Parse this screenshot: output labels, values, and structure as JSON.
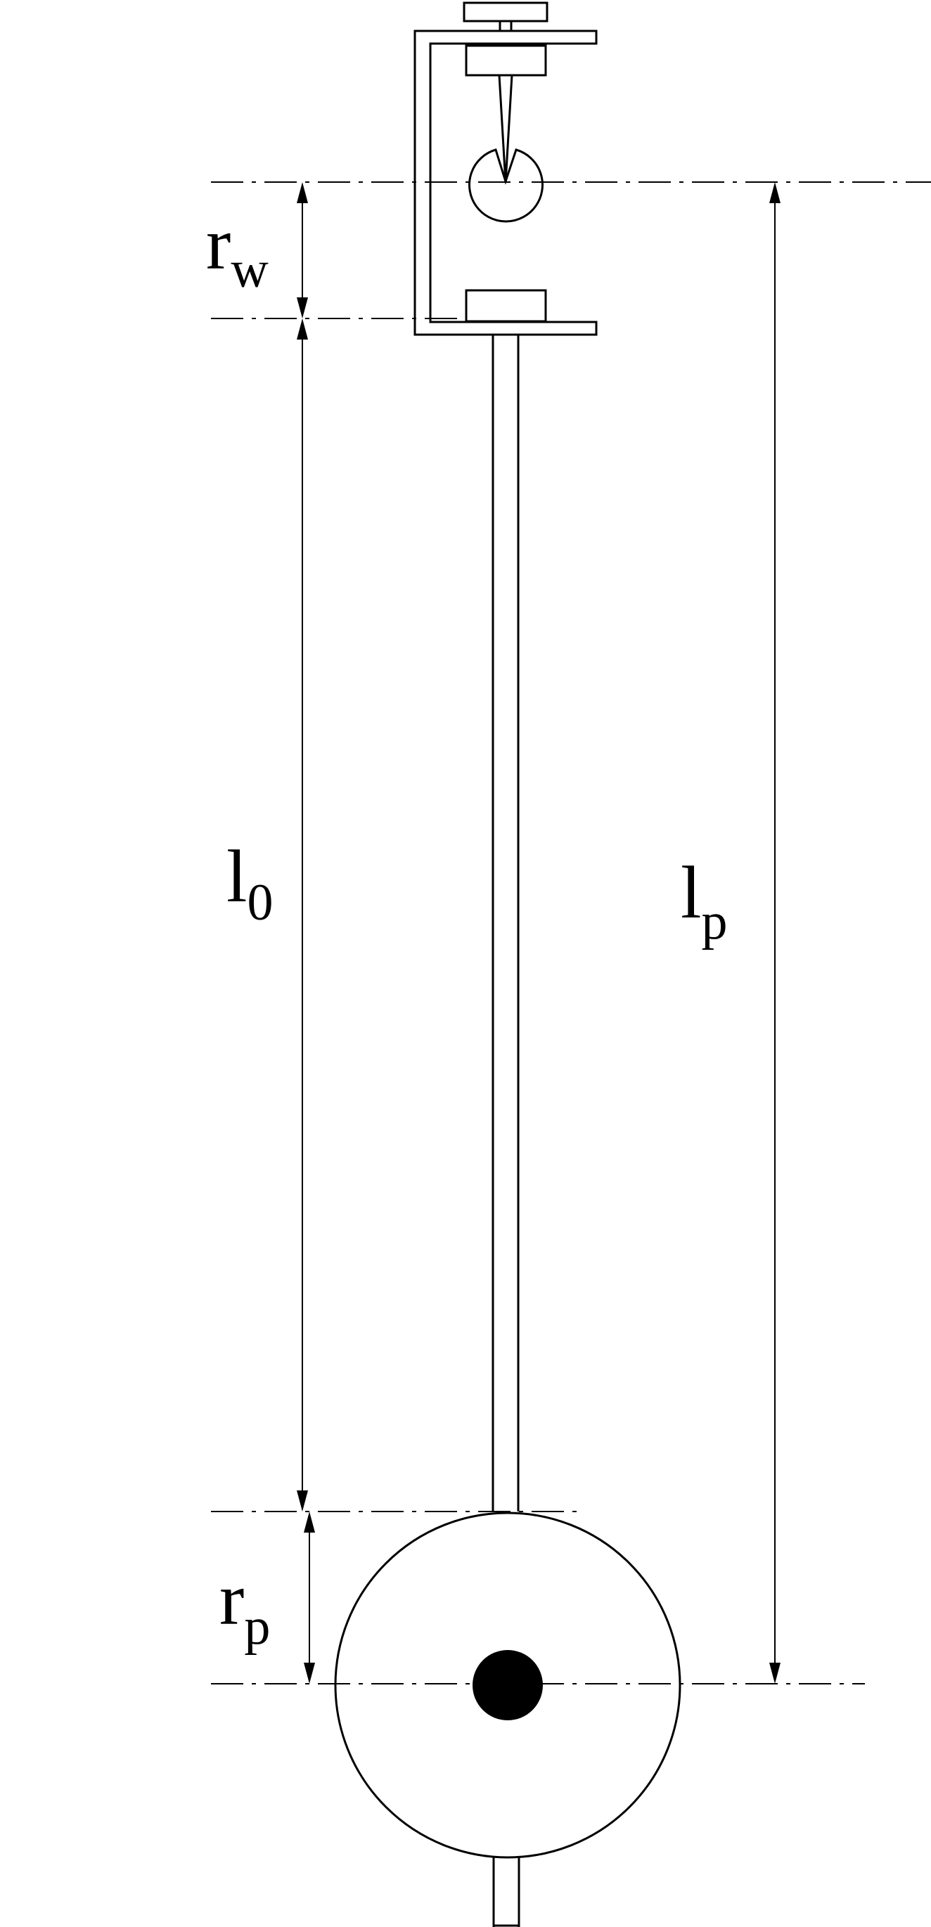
{
  "labels": {
    "rw": {
      "main": "r",
      "sub": "w"
    },
    "l0": {
      "main": "l",
      "sub": "0"
    },
    "lp": {
      "main": "l",
      "sub": "p"
    },
    "rp": {
      "main": "r",
      "sub": "p"
    }
  }
}
